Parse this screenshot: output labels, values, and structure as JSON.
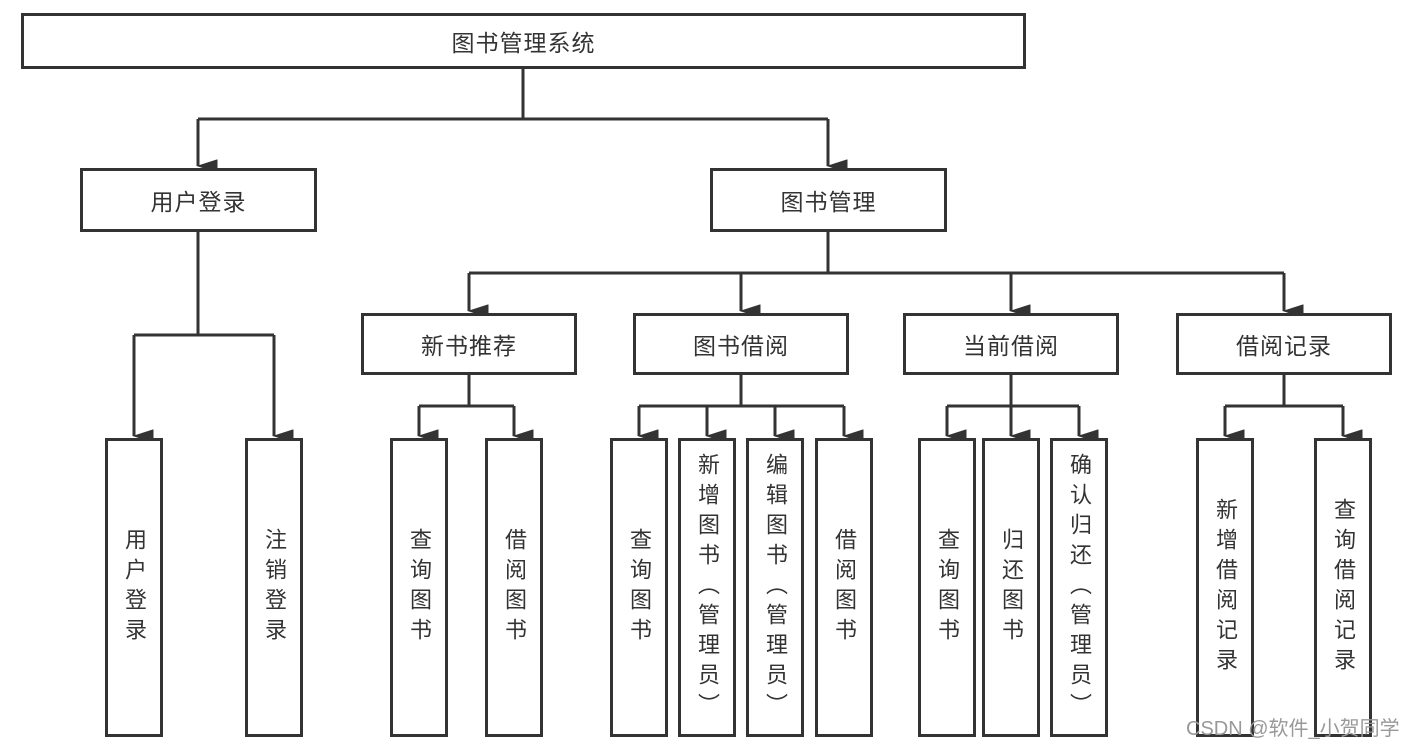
{
  "title": "图书管理系统",
  "level1": {
    "user_login": {
      "label": "用户登录",
      "children": {
        "login": "用户登录",
        "logout": "注销登录"
      }
    },
    "book_mgmt": {
      "label": "图书管理"
    }
  },
  "level2": {
    "new_book_rec": {
      "label": "新书推荐",
      "children": {
        "query_book": "查询图书",
        "borrow_book": "借阅图书"
      }
    },
    "book_borrow": {
      "label": "图书借阅",
      "children": {
        "query_book": "查询图书",
        "add_book": "新增图书（管理员）",
        "edit_book": "编辑图书（管理员）",
        "borrow_book": "借阅图书"
      }
    },
    "current_borrow": {
      "label": "当前借阅",
      "children": {
        "query_book": "查询图书",
        "return_book": "归还图书",
        "confirm_return": "确认归还（管理员）"
      }
    },
    "borrow_records": {
      "label": "借阅记录",
      "children": {
        "add_record": "新增借阅记录",
        "query_record": "查询借阅记录"
      }
    }
  },
  "watermark": "CSDN @软件_小贺同学",
  "colors": {
    "line": "#333333",
    "text": "#333333",
    "watermark": "#999999",
    "background": "#ffffff"
  }
}
